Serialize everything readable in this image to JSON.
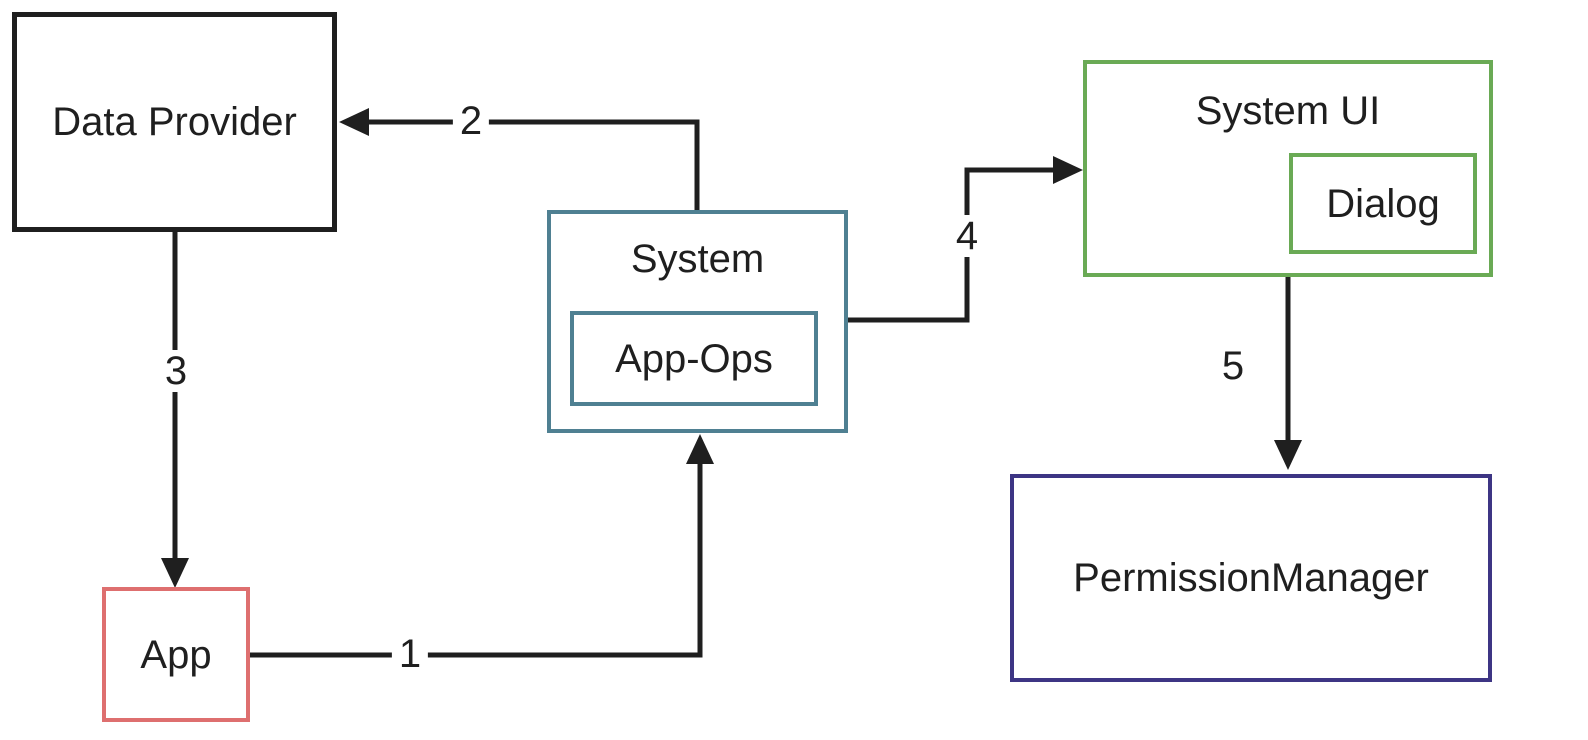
{
  "diagram": {
    "nodes": {
      "data_provider": {
        "label": "Data Provider",
        "border_color": "#1f1f1f"
      },
      "app": {
        "label": "App",
        "border_color": "#de6f6f"
      },
      "system": {
        "label": "System",
        "border_color": "#4f8092"
      },
      "app_ops": {
        "label": "App-Ops",
        "border_color": "#4f8092"
      },
      "system_ui": {
        "label": "System UI",
        "border_color": "#6aaa55"
      },
      "dialog": {
        "label": "Dialog",
        "border_color": "#6aaa55"
      },
      "permission_manager": {
        "label": "PermissionManager",
        "border_color": "#3d3584"
      }
    },
    "edges": [
      {
        "label": "1",
        "from": "App",
        "to": "System"
      },
      {
        "label": "2",
        "from": "System",
        "to": "Data Provider"
      },
      {
        "label": "3",
        "from": "Data Provider",
        "to": "App"
      },
      {
        "label": "4",
        "from": "System",
        "to": "System UI"
      },
      {
        "label": "5",
        "from": "System UI",
        "to": "PermissionManager"
      }
    ],
    "line_color": "#1f1f1f",
    "background_color": "#ffffff"
  }
}
